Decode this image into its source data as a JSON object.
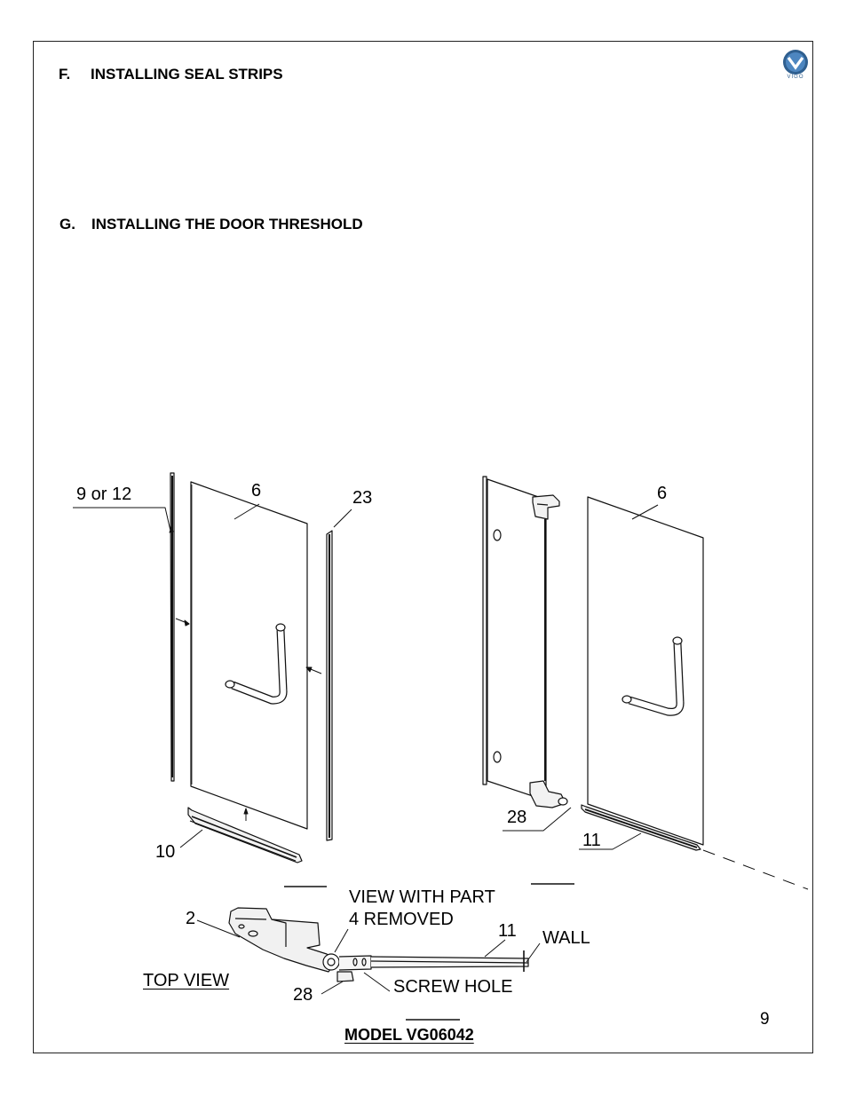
{
  "sections": {
    "f": {
      "letter": "F.",
      "title": "INSTALLING SEAL STRIPS"
    },
    "g": {
      "letter": "G.",
      "title": "INSTALLING THE DOOR THRESHOLD"
    }
  },
  "logo": {
    "text": "VIGO",
    "color": "#2f5f8f"
  },
  "callouts": {
    "strip_9_or_12": "9 or 12",
    "door_left": "6",
    "strip_23": "23",
    "threshold_10": "10",
    "door_right": "6",
    "hinge_28": "28",
    "threshold_11": "11",
    "view_with_part_line1": "VIEW WITH PART",
    "view_with_part_line2": "4 REMOVED",
    "part_2": "2",
    "part_11_top": "11",
    "wall": "WALL",
    "top_view": "TOP VIEW",
    "part_28_top": "28",
    "screw_hole": "SCREW HOLE"
  },
  "model": "MODEL VG06042",
  "page_number": "9"
}
